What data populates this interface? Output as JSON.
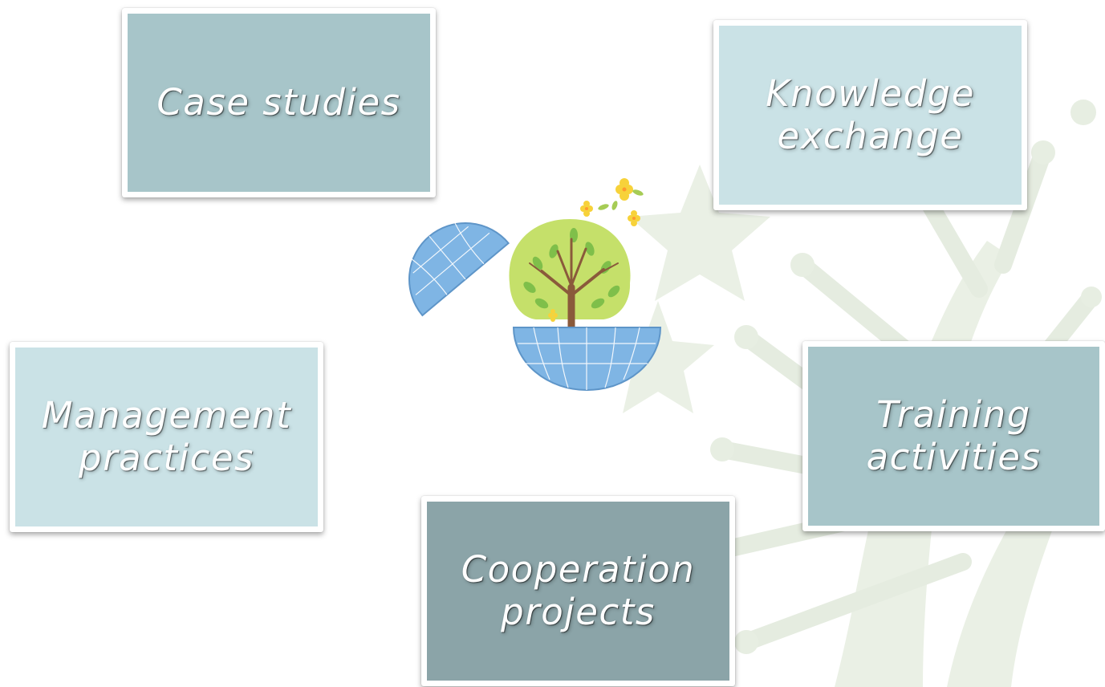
{
  "nodes": [
    {
      "id": "case-studies",
      "label": "Case studies",
      "fill": "#a7c5c9"
    },
    {
      "id": "knowledge-exchange",
      "label": "Knowledge\nexchange",
      "fill": "#cae2e6"
    },
    {
      "id": "management-practices",
      "label": "Management\npractices",
      "fill": "#cae2e6"
    },
    {
      "id": "training-activities",
      "label": "Training\nactivities",
      "fill": "#a7c5c9"
    },
    {
      "id": "cooperation-projects",
      "label": "Cooperation\nprojects",
      "fill": "#8ba4a8"
    }
  ],
  "center": {
    "icon": "globe-tree-icon"
  },
  "background": {
    "icon": "people-tree-silhouette",
    "color": "#e9efe4"
  }
}
